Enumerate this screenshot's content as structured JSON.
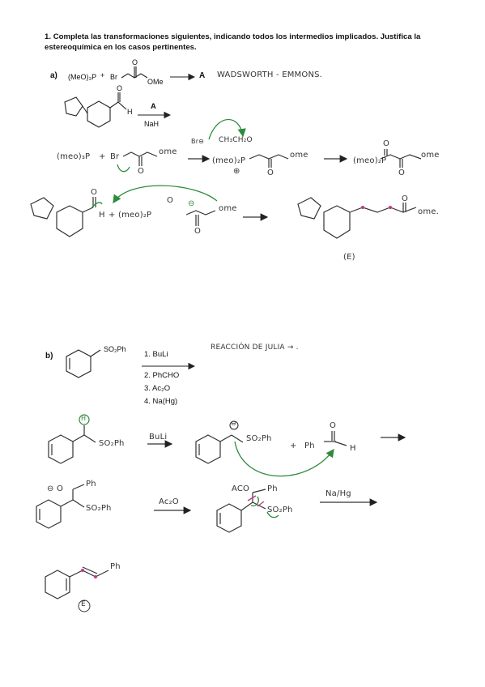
{
  "question": {
    "number": "1.",
    "text": "Completa las transformaciones siguientes, indicando todos los intermedios implicados. Justifica la estereoquímica en los casos pertinentes."
  },
  "part_a": {
    "label": "a)",
    "reactants": {
      "phosphite": "(MeO)₃P",
      "plus": "+",
      "bromide_br": "Br",
      "ester_ome": "OMe",
      "carbonyl_o": "O"
    },
    "product_label": "A",
    "handwritten_name": "WADSWORTH - EMMONS.",
    "step2": {
      "reagent_top": "A",
      "reagent_bottom": "NaH",
      "aldehyde_h": "H",
      "aldehyde_o": "O"
    },
    "mechanism_row1": {
      "phosphite": "(meo)₃P",
      "plus": "+",
      "br": "Br",
      "ome": "ome",
      "o": "O",
      "br_anion": "Br⊖",
      "ch3ch2o": "CH₃CH₂O",
      "intermediate_p": "(meo)₂P",
      "intermediate_ome": "ome",
      "intermediate_o": "O",
      "plus_charge": "⊕",
      "product_p": "(meo)₂P",
      "product_ome": "ome",
      "product_o_top": "O",
      "product_o_bottom": "O"
    },
    "mechanism_row2": {
      "aldehyde_o": "O",
      "aldehyde_h": "H",
      "plus": "+",
      "ylide_p": "(meo)₂P",
      "ylide_o_top": "O",
      "ylide_o_bottom": "O",
      "ylide_ome": "ome",
      "minus_charge": "⊖",
      "final_ome": "ome.",
      "final_o": "O",
      "stereo": "(E)"
    }
  },
  "part_b": {
    "label": "b)",
    "substrate_group": "SO₂Ph",
    "reagents": [
      "1. BuLi",
      "2. PhCHO",
      "3. Ac₂O",
      "4. Na(Hg)"
    ],
    "handwritten_name": "REACCIÓN DE JULIA → .",
    "mech_row1": {
      "h_circle": "H",
      "so2ph": "SO₂Ph",
      "reagent": "BuLi",
      "anion_so2ph": "SO₂Ph",
      "minus": "⊖",
      "plus": "+",
      "ph": "Ph",
      "o": "O",
      "h": "H"
    },
    "mech_row2": {
      "alkoxide": "⊖ O",
      "ph": "Ph",
      "so2ph": "SO₂Ph",
      "reagent": "Ac₂O",
      "aco": "ACO",
      "ph2": "Ph",
      "so2ph2": "SO₂Ph",
      "reagent2": "Na/Hg"
    },
    "final": {
      "ph": "Ph",
      "stereo": "E"
    }
  }
}
